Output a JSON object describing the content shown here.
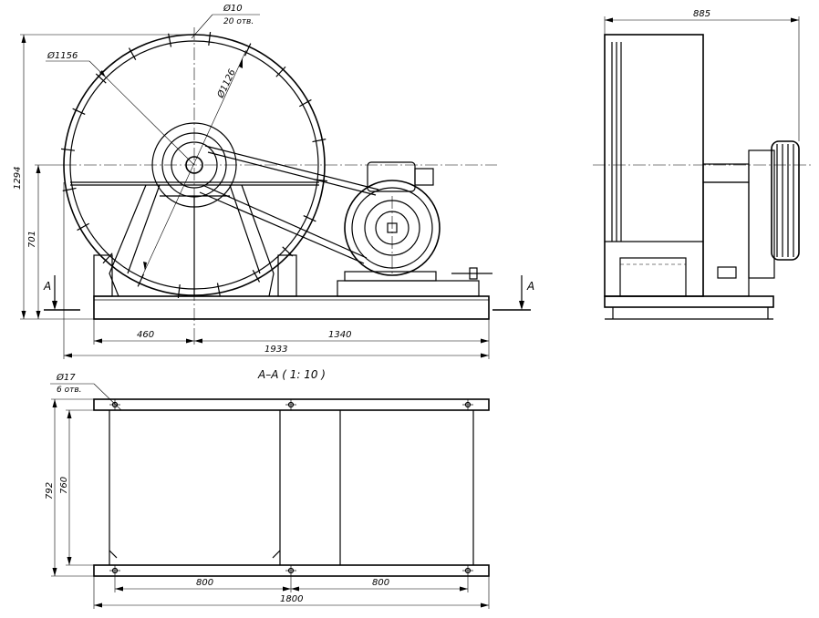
{
  "front_view": {
    "hole_dia": "Ø10",
    "hole_count": "20 отв.",
    "outer_dia": "Ø1156",
    "inner_dia": "Ø1126",
    "overall_height": "1294",
    "axis_height": "701",
    "offset_left": "460",
    "offset_right": "1340",
    "overall_length": "1933",
    "section_mark_left": "A",
    "section_mark_right": "A"
  },
  "side_view": {
    "overall_width": "885"
  },
  "section_view": {
    "title": "A–A ( 1: 10 )",
    "hole_dia": "Ø17",
    "hole_count": "6 отв.",
    "outer_width": "792",
    "inner_width": "760",
    "spacing_left": "800",
    "spacing_right": "800",
    "overall_length": "1800"
  }
}
